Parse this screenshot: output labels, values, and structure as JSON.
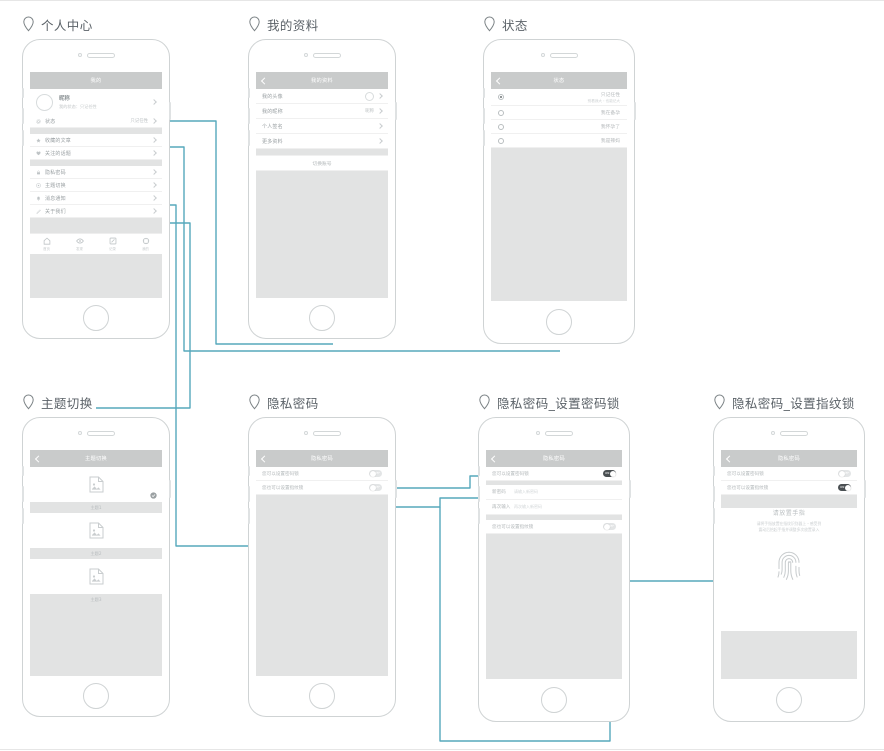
{
  "meta": {
    "wire_color": "#56a8bc",
    "frame_color": "#cfd3d4",
    "screen_bg": "#e2e3e3",
    "navbar_color": "#c9cbcb"
  },
  "groups": [
    {
      "id": "personal-center",
      "title": "个人中心",
      "screen": {
        "navbar": {
          "title": "我的",
          "has_back": false
        },
        "account": {
          "name": "昵称",
          "status": "我的状态：只记任性"
        },
        "rows": [
          {
            "label": "状态",
            "value": "只记任性",
            "icon": "gear-icon"
          },
          {
            "label": "收藏的文章",
            "value": "",
            "icon": "star-icon"
          },
          {
            "label": "关注的话题",
            "value": "",
            "icon": "heart-icon"
          },
          {
            "label": "隐私密码",
            "value": "",
            "icon": "lock-icon"
          },
          {
            "label": "主题切换",
            "value": "",
            "icon": "palette-icon"
          },
          {
            "label": "消息通知",
            "value": "",
            "icon": "bell-icon"
          },
          {
            "label": "关于我们",
            "value": "",
            "icon": "info-icon"
          }
        ],
        "tabs": [
          {
            "label": "首页",
            "icon": "home-icon"
          },
          {
            "label": "发现",
            "icon": "eye-icon"
          },
          {
            "label": "记录",
            "icon": "compose-icon"
          },
          {
            "label": "我的",
            "icon": "profile-icon"
          }
        ]
      }
    },
    {
      "id": "my-profile",
      "title": "我的资料",
      "screen": {
        "navbar": {
          "title": "我的资料",
          "has_back": true
        },
        "rows": [
          {
            "label": "我的头像",
            "value": "",
            "avatar": true
          },
          {
            "label": "我的昵称",
            "value": "昵称"
          },
          {
            "label": "个人签名",
            "value": ""
          },
          {
            "label": "更多资料",
            "value": ""
          }
        ],
        "button": "切换账号"
      }
    },
    {
      "id": "status",
      "title": "状态",
      "screen": {
        "navbar": {
          "title": "状态",
          "has_back": true
        },
        "options": [
          {
            "label": "只记任性",
            "sub": "别看我大・也能记大",
            "selected": true
          },
          {
            "label": "我在备孕",
            "sub": "",
            "selected": false
          },
          {
            "label": "我怀孕了",
            "sub": "",
            "selected": false
          },
          {
            "label": "我是辣妈",
            "sub": "",
            "selected": false
          }
        ]
      }
    },
    {
      "id": "theme-switch",
      "title": "主题切换",
      "screen": {
        "navbar": {
          "title": "主题切换",
          "has_back": true
        },
        "themes": [
          {
            "label": "主题1",
            "selected": true
          },
          {
            "label": "主题2",
            "selected": false
          },
          {
            "label": "主题3",
            "selected": false
          }
        ]
      }
    },
    {
      "id": "privacy-password",
      "title": "隐私密码",
      "screen": {
        "navbar": {
          "title": "隐私密码",
          "has_back": true
        },
        "switches": [
          {
            "label": "您可以设置密码锁",
            "on": false,
            "state_text": "OFF"
          },
          {
            "label": "您也可以设置指纹锁",
            "on": false,
            "state_text": "OFF"
          }
        ]
      }
    },
    {
      "id": "privacy-password-set-pin",
      "title": "隐私密码_设置密码锁",
      "screen": {
        "navbar": {
          "title": "隐私密码",
          "has_back": true
        },
        "switch_top": {
          "label": "您可以设置密码锁",
          "on": true,
          "state_text": "ON"
        },
        "fields": [
          {
            "label": "新密码",
            "placeholder": "请输入新密码"
          },
          {
            "label": "再次输入",
            "placeholder": "再次输入新密码"
          }
        ],
        "switch_bottom": {
          "label": "您也可以设置指纹锁",
          "on": false,
          "state_text": "OFF"
        }
      }
    },
    {
      "id": "privacy-password-set-fingerprint",
      "title": "隐私密码_设置指纹锁",
      "screen": {
        "navbar": {
          "title": "隐私密码",
          "has_back": true
        },
        "switch_top": {
          "label": "您可以设置密码锁",
          "on": false,
          "state_text": "OFF"
        },
        "switch_bottom": {
          "label": "您也可以设置指纹锁",
          "on": true,
          "state_text": "ON"
        },
        "fingerprint": {
          "title": "请放置手指",
          "desc_line1": "请将手指放置在指纹识别器上・感受到",
          "desc_line2": "震动后抬起手指并调整多次放置录入",
          "icon": "fingerprint-icon"
        }
      }
    }
  ]
}
